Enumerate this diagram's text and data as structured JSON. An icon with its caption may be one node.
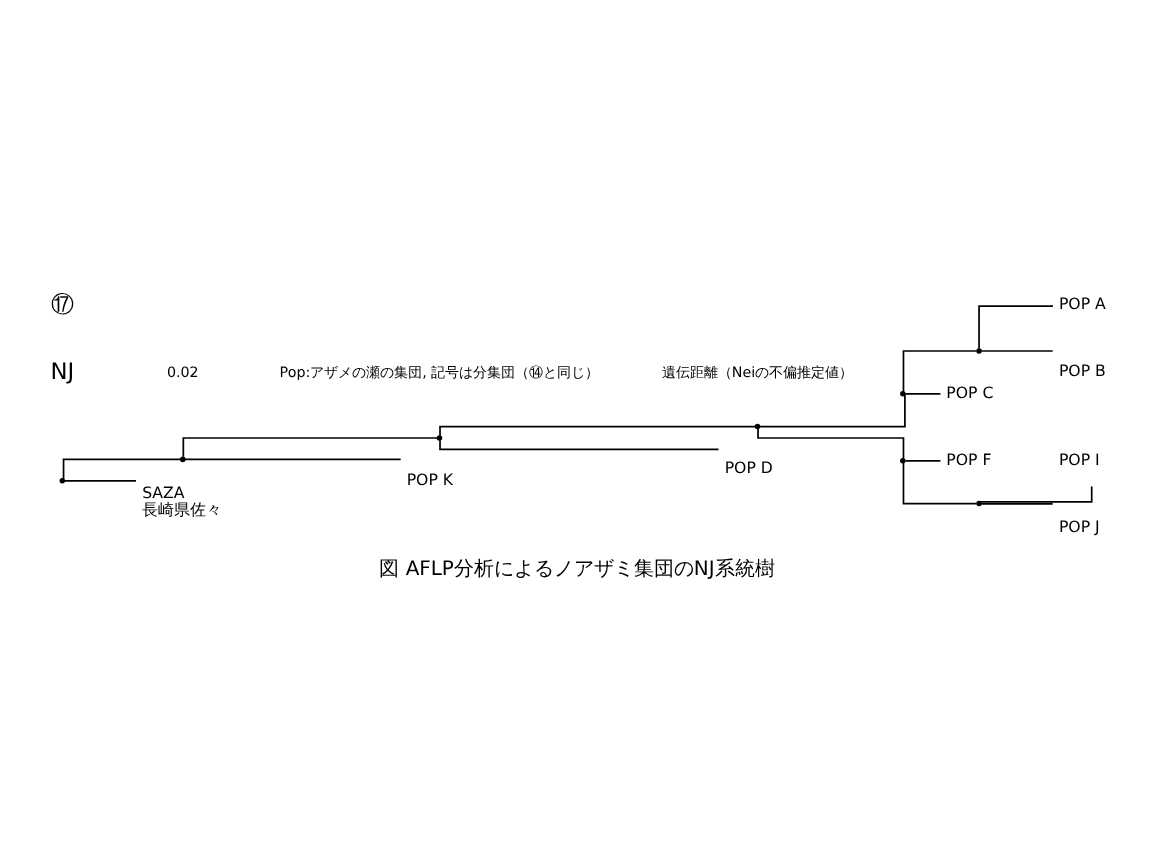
{
  "diagram": {
    "caption": "図 AFLP分析によるノアザミ集団のNJ系統樹",
    "nodes": [
      {
        "text": [
          "POP A"
        ]
      },
      {
        "text": [
          "POP B"
        ]
      },
      {
        "text": [
          "POP C"
        ]
      },
      {
        "text": [
          "POP F"
        ]
      },
      {
        "text": [
          "POP I"
        ]
      },
      {
        "text": [
          "POP J"
        ]
      },
      {
        "text": [
          "POP D"
        ]
      },
      {
        "text": [
          "POP K"
        ]
      },
      {
        "text": [
          "SAZA"
        ],
        "beside": [
          "長崎県佐々"
        ]
      },
      {
        "text": [],
        "shape": "point"
      },
      {
        "text": [],
        "shape": "point"
      },
      {
        "text": [],
        "shape": "point"
      },
      {
        "text": [],
        "shape": "point"
      },
      {
        "text": [],
        "shape": "point"
      },
      {
        "text": [],
        "shape": "point"
      },
      {
        "text": [],
        "shape": "point"
      },
      {
        "text": [],
        "shape": "point"
      }
    ],
    "edges": [
      {
        "from": 9,
        "to": 10,
        "arrow": "none"
      },
      {
        "from": 9,
        "to": 8,
        "arrow": "none"
      },
      {
        "from": 10,
        "to": 11,
        "arrow": "none"
      },
      {
        "from": 10,
        "to": 7,
        "arrow": "none"
      },
      {
        "from": 11,
        "to": 12,
        "arrow": "none"
      },
      {
        "from": 11,
        "to": 6,
        "arrow": "none"
      },
      {
        "from": 12,
        "to": 13,
        "arrow": "none"
      },
      {
        "from": 12,
        "to": 15,
        "arrow": "none"
      },
      {
        "from": 13,
        "to": 14,
        "arrow": "none"
      },
      {
        "from": 13,
        "to": 2,
        "arrow": "none"
      },
      {
        "from": 14,
        "to": 0,
        "arrow": "none"
      },
      {
        "from": 14,
        "to": 1,
        "arrow": "none"
      },
      {
        "from": 15,
        "to": 3,
        "arrow": "none"
      },
      {
        "from": 15,
        "to": 16,
        "arrow": "none"
      },
      {
        "from": 16,
        "to": 4,
        "arrow": "none"
      },
      {
        "from": 16,
        "to": 5,
        "arrow": "none"
      }
    ],
    "labels": [
      "⑰",
      "NJ",
      "0.02",
      "Pop:アザメの瀬の集団, 記号は分集団（⑭と同じ）",
      "遺伝距離（Neiの不偏推定値）"
    ]
  }
}
